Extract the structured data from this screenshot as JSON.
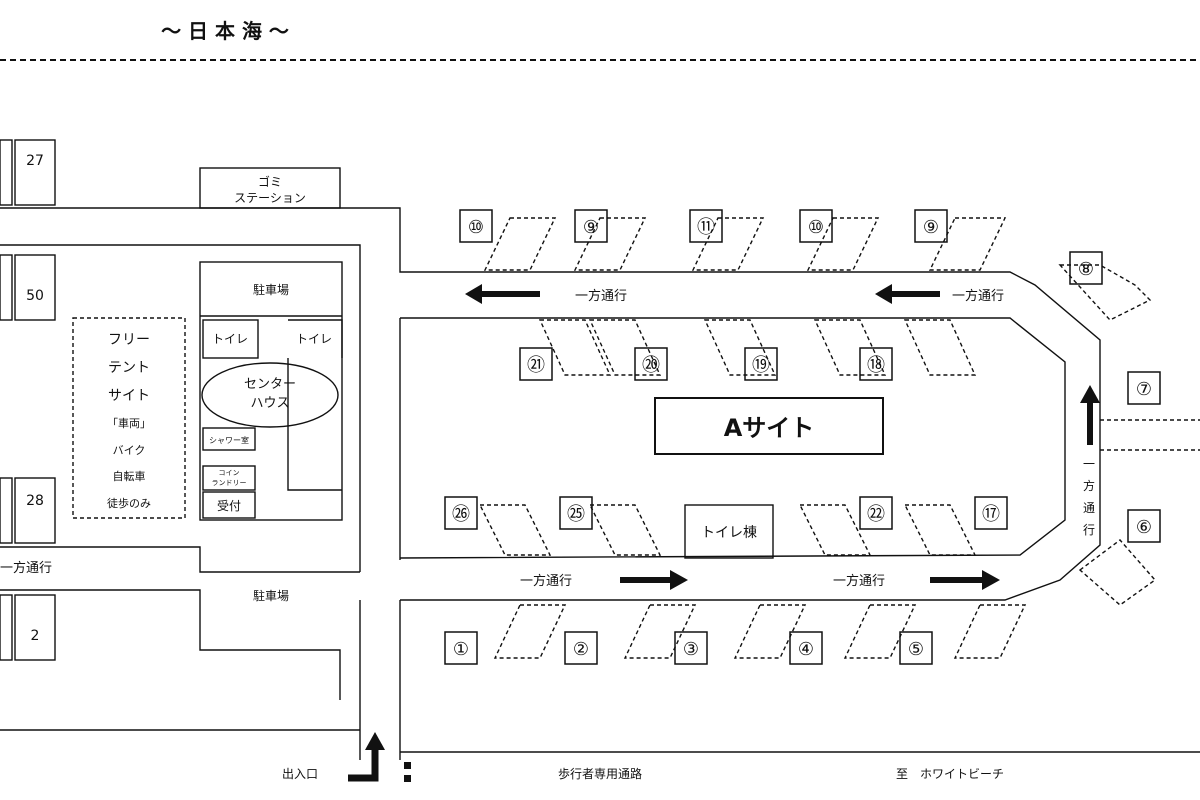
{
  "header": {
    "sea_label": "〜 日 本 海 〜"
  },
  "colors": {
    "ink": "#111111",
    "paper": "#ffffff"
  },
  "buildings": {
    "garbage_station": "ゴミ\nステーション",
    "parking": "駐車場",
    "toilet_left": "トイレ",
    "toilet_right": "トイレ",
    "center_house": "センター\nハウス",
    "small_room": "シャワー室",
    "small_room2": "コイン\nランドリー",
    "reception": "受付",
    "bike_parking": "駐車場",
    "toilet_building": "トイレ棟",
    "a_site": "Aサイト"
  },
  "free_tent": {
    "lines": [
      "フリー",
      "テント",
      "サイト",
      "「車両」",
      "バイク",
      "自転車",
      "徒歩のみ"
    ]
  },
  "left_sites": [
    "27",
    "50",
    "28",
    "2"
  ],
  "site_numbers": {
    "top_row": [
      "⑩",
      "⑨",
      "⑪",
      "⑩",
      "⑨"
    ],
    "inner_top_row": [
      "㉑",
      "⑳",
      "⑲",
      "⑱"
    ],
    "inner_bottom_row": [
      "㉖",
      "㉕",
      "㉒",
      "⑰"
    ],
    "bottom_row": [
      "①",
      "②",
      "③",
      "④",
      "⑤"
    ],
    "right_col": [
      "⑧",
      "⑦",
      "⑥"
    ]
  },
  "traffic": {
    "one_way": "一方通行",
    "one_way_vertical": "一\n方\n通\n行"
  },
  "footer": {
    "entrance": "出入口",
    "walkway": "歩行者専用通路",
    "beach": "至　ホワイトビーチ"
  }
}
